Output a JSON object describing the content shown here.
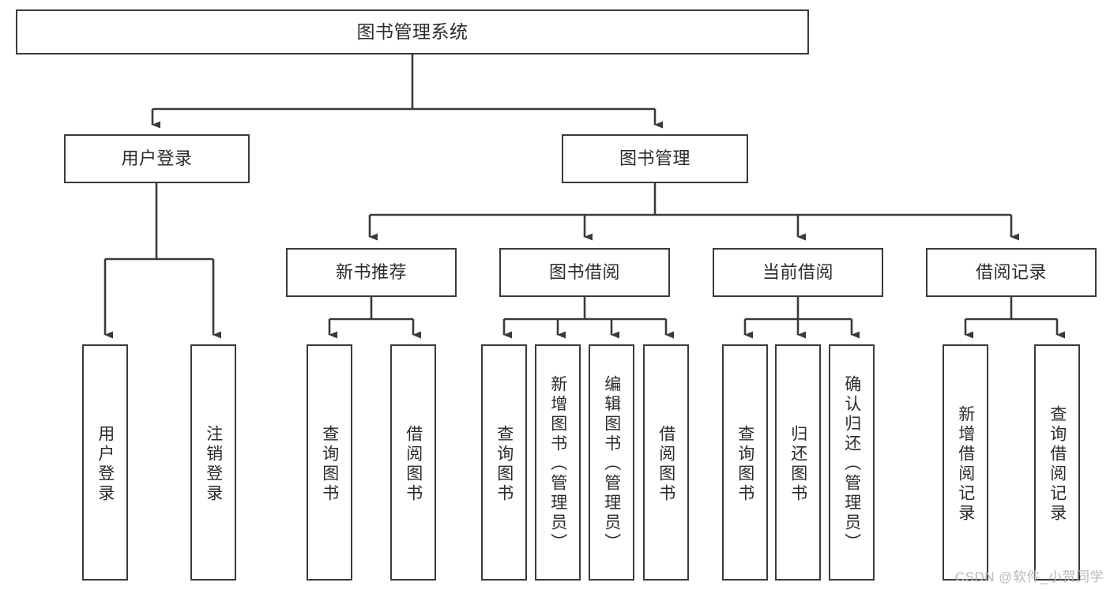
{
  "diagram": {
    "type": "tree-hierarchy",
    "title": "图书管理系统",
    "colors": {
      "box_border": "#3a3a3a",
      "box_fill": "#ffffff",
      "edge": "#3a3a3a",
      "text": "#2b2b2b",
      "watermark": "#b9b9b9",
      "background": "#ffffff"
    },
    "root": {
      "label": "图书管理系统"
    },
    "level2": [
      {
        "label": "用户登录"
      },
      {
        "label": "图书管理"
      }
    ],
    "level3": [
      {
        "label": "新书推荐"
      },
      {
        "label": "图书借阅"
      },
      {
        "label": "当前借阅"
      },
      {
        "label": "借阅记录"
      }
    ],
    "leaves": {
      "user_login": [
        {
          "label": "用户登录"
        },
        {
          "label": "注销登录"
        }
      ],
      "new_book_recommend": [
        {
          "label": "查询图书"
        },
        {
          "label": "借阅图书"
        }
      ],
      "book_borrow": [
        {
          "label": "查询图书"
        },
        {
          "label": "新增图书（管理员）"
        },
        {
          "label": "编辑图书（管理员）"
        },
        {
          "label": "借阅图书"
        }
      ],
      "current_borrow": [
        {
          "label": "查询图书"
        },
        {
          "label": "归还图书"
        },
        {
          "label": "确认归还（管理员）"
        }
      ],
      "borrow_record": [
        {
          "label": "新增借阅记录"
        },
        {
          "label": "查询借阅记录"
        }
      ]
    }
  },
  "watermark": {
    "text": "CSDN @软件_小贺同学"
  }
}
